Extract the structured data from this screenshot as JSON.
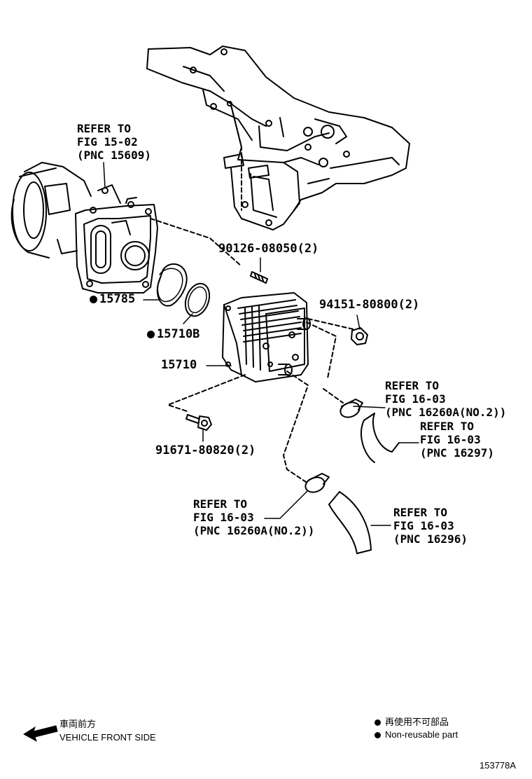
{
  "callouts": {
    "refer_15_02": {
      "line1": "REFER TO",
      "line2": "FIG 15-02",
      "line3": "(PNC 15609)"
    },
    "refer_16260a_upper": {
      "line1": "REFER TO",
      "line2": "FIG 16-03",
      "line3": "(PNC 16260A(NO.2))"
    },
    "refer_16297": {
      "line1": "REFER TO",
      "line2": "FIG 16-03",
      "line3": "(PNC 16297)"
    },
    "refer_16260a_lower": {
      "line1": "REFER TO",
      "line2": "FIG 16-03",
      "line3": "(PNC 16260A(NO.2))"
    },
    "refer_16296": {
      "line1": "REFER TO",
      "line2": "FIG 16-03",
      "line3": "(PNC 16296)"
    }
  },
  "part_numbers": {
    "stud_bolt": "90126-08050(2)",
    "nut": "94151-80800(2)",
    "bolt": "91671-80820(2)",
    "gasket_15785": "15785",
    "oring_15710b": "15710B",
    "oil_cooler": "15710"
  },
  "legend": {
    "front_jp": "車両前方",
    "front_en": "VEHICLE FRONT SIDE",
    "nonreuse_jp": "再使用不可部品",
    "nonreuse_en": "Non-reusable part"
  },
  "figure_id": "153778A"
}
